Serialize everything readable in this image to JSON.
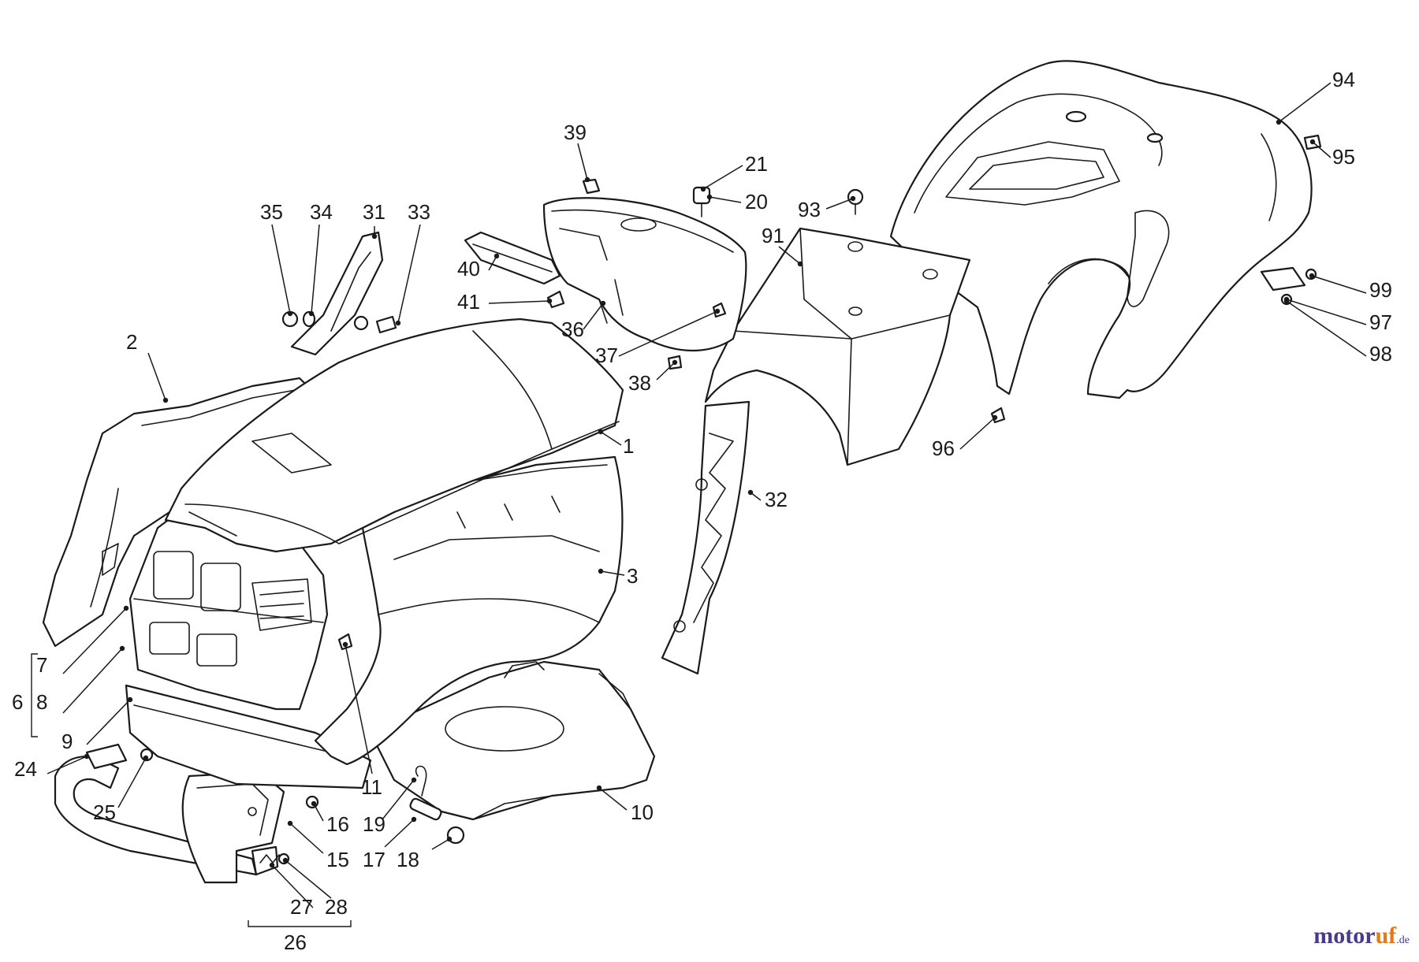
{
  "callouts": [
    {
      "id": "c1",
      "text": "1"
    },
    {
      "id": "c2",
      "text": "2"
    },
    {
      "id": "c3",
      "text": "3"
    },
    {
      "id": "c6",
      "text": "6"
    },
    {
      "id": "c7",
      "text": "7"
    },
    {
      "id": "c8",
      "text": "8"
    },
    {
      "id": "c9",
      "text": "9"
    },
    {
      "id": "c10",
      "text": "10"
    },
    {
      "id": "c11",
      "text": "11"
    },
    {
      "id": "c15",
      "text": "15"
    },
    {
      "id": "c16",
      "text": "16"
    },
    {
      "id": "c17",
      "text": "17"
    },
    {
      "id": "c18",
      "text": "18"
    },
    {
      "id": "c19",
      "text": "19"
    },
    {
      "id": "c20",
      "text": "20"
    },
    {
      "id": "c21",
      "text": "21"
    },
    {
      "id": "c24",
      "text": "24"
    },
    {
      "id": "c25",
      "text": "25"
    },
    {
      "id": "c26",
      "text": "26"
    },
    {
      "id": "c27",
      "text": "27"
    },
    {
      "id": "c28",
      "text": "28"
    },
    {
      "id": "c31",
      "text": "31"
    },
    {
      "id": "c32",
      "text": "32"
    },
    {
      "id": "c33",
      "text": "33"
    },
    {
      "id": "c34",
      "text": "34"
    },
    {
      "id": "c35",
      "text": "35"
    },
    {
      "id": "c36",
      "text": "36"
    },
    {
      "id": "c37",
      "text": "37"
    },
    {
      "id": "c38",
      "text": "38"
    },
    {
      "id": "c39",
      "text": "39"
    },
    {
      "id": "c40",
      "text": "40"
    },
    {
      "id": "c41",
      "text": "41"
    },
    {
      "id": "c91",
      "text": "91"
    },
    {
      "id": "c93",
      "text": "93"
    },
    {
      "id": "c94",
      "text": "94"
    },
    {
      "id": "c95",
      "text": "95"
    },
    {
      "id": "c96",
      "text": "96"
    },
    {
      "id": "c97",
      "text": "97"
    },
    {
      "id": "c98",
      "text": "98"
    },
    {
      "id": "c99",
      "text": "99"
    }
  ],
  "watermark": {
    "part1": "motor",
    "part2": "uf",
    "part3": ".de"
  }
}
